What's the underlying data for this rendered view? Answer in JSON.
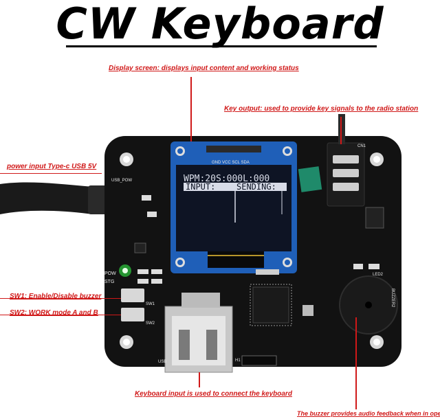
{
  "title": "CW Keyboard",
  "callouts": {
    "display": "Display screen: displays input content and working status",
    "key_output": "Key output: used to provide key signals to the radio station",
    "power": "power input  Type-c USB 5V",
    "sw1": "SW1: Enable/Disable buzzer",
    "sw2": "SW2: WORK mode A and B",
    "keyboard": "Keyboard input is used to connect the keyboard",
    "buzzer": "The buzzer provides audio feedback when in operation"
  },
  "oled": {
    "header_pins": "GND VCC SCL SDA",
    "line1": "WPM:20S:000L:000",
    "input_label": "INPUT:",
    "sending_label": "SENDING:"
  },
  "silkscreen": {
    "usb_pow": "USB_POW",
    "pow": "POW",
    "stg": "STG",
    "sw1": "SW1",
    "sw2": "SW2",
    "usb": "USB",
    "cn1": "CN1",
    "buzzer": "BUZZER2",
    "led2": "LED2",
    "h1": "H1"
  },
  "colors": {
    "accent_red": "#d01818",
    "pcb": "#111111",
    "oled_bg": "#0e1424",
    "header_blue": "#1f5fb8",
    "led_green": "#35ff4a"
  }
}
